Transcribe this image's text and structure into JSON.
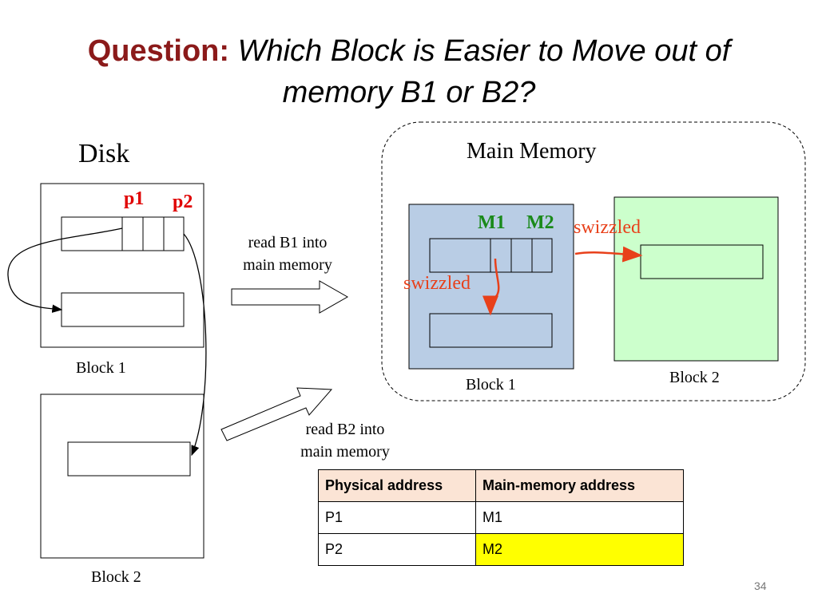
{
  "title": {
    "label": "Question:",
    "line1": "Which Block is Easier to Move out of",
    "line2": "memory B1 or B2?"
  },
  "disk": {
    "label": "Disk",
    "block1_label": "Block 1",
    "block2_label": "Block 2",
    "pointer1": "p1",
    "pointer2": "p2"
  },
  "arrows": {
    "read_b1": [
      "read  B1 into",
      "main memory"
    ],
    "read_b2": [
      "read  B2 into",
      "main memory"
    ]
  },
  "main_memory": {
    "label": "Main Memory",
    "block1_label": "Block 1",
    "block2_label": "Block 2",
    "pointer1": "M1",
    "pointer2": "M2",
    "swizzled_1": "swizzled",
    "swizzled_2": "swizzled"
  },
  "table": {
    "headers": [
      "Physical address",
      "Main-memory address"
    ],
    "rows": [
      [
        "P1",
        "M1"
      ],
      [
        "P2",
        "M2"
      ]
    ]
  },
  "page_number": "34",
  "colors": {
    "title_accent": "#8b1a1a",
    "pointer_red": "#e00000",
    "pointer_green": "#1a8a1a",
    "swizzle_orange": "#e8401a",
    "block1_fill": "#b9cde5",
    "block2_fill": "#ccffcc",
    "highlight": "#ffff00"
  }
}
